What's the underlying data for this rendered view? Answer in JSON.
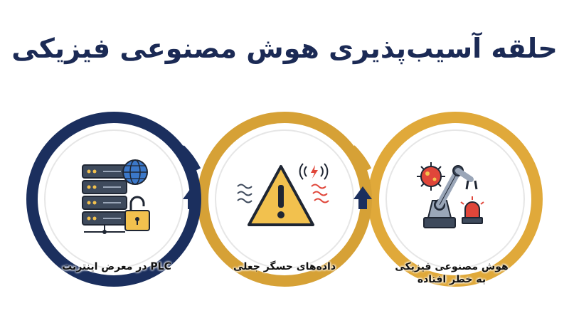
{
  "title": "حلقه آسیب‌پذیری هوش مصنوعی فیزیکی",
  "steps": [
    {
      "label": "PLC در معرض اینترنت",
      "icon": "server-globe-lock-icon",
      "ring_color": "#1b2f5e"
    },
    {
      "label": "داده‌های حسگر جعلی",
      "icon": "warning-signal-icon",
      "ring_color": "#d6a136"
    },
    {
      "label_line1": "هوش مصنوعی فیزیکی",
      "label_line2": "به خطر افتاده",
      "icon": "robot-arm-virus-icon",
      "ring_color": "#e0a93a"
    }
  ],
  "colors": {
    "navy": "#1b2f5e",
    "gold": "#d6a136",
    "red": "#e0463a"
  }
}
